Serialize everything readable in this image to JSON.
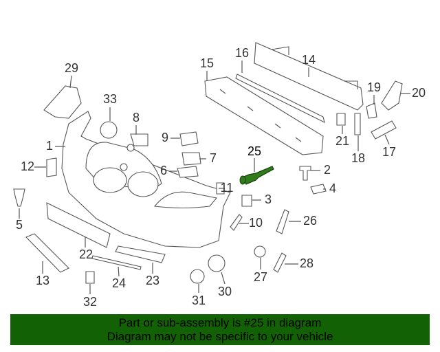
{
  "diagram": {
    "highlighted_part": "25",
    "highlight_color": "#2e7d1a",
    "labels": [
      "1",
      "2",
      "3",
      "4",
      "5",
      "6",
      "7",
      "8",
      "9",
      "10",
      "11",
      "12",
      "13",
      "14",
      "15",
      "16",
      "17",
      "18",
      "19",
      "20",
      "21",
      "22",
      "23",
      "24",
      "25",
      "26",
      "27",
      "28",
      "29",
      "30",
      "31",
      "32",
      "33"
    ]
  },
  "banner": {
    "line1": "Part or sub-assembly is #25 in diagram",
    "line2": "Diagram may not be specific to your vehicle",
    "background": "#126205"
  }
}
